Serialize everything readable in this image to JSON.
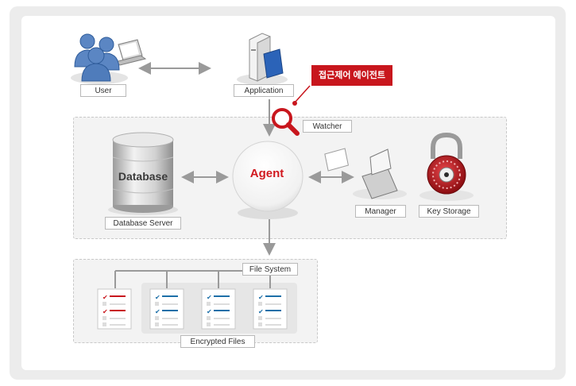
{
  "nodes": {
    "user": "User",
    "application": "Application",
    "agent": "Agent",
    "database": "Database",
    "database_server": "Database Server",
    "manager": "Manager",
    "key_storage": "Key Storage",
    "watcher": "Watcher",
    "file_system": "File System",
    "encrypted_files": "Encrypted Files"
  },
  "callout": "접근제어 에이전트",
  "colors": {
    "accent_red": "#c8161d",
    "check_red": "#c8161d",
    "check_blue": "#1c6fa8",
    "arrow_gray": "#9a9a9a"
  },
  "icons": [
    "users-icon",
    "laptop-icon",
    "server-floppy-icon",
    "magnifier-icon",
    "database-icon",
    "padlock-icon",
    "document-icon"
  ]
}
